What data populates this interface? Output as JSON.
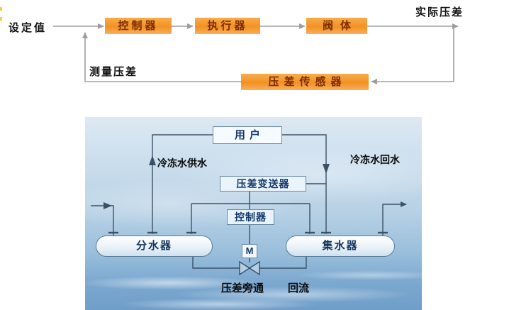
{
  "flowchart": {
    "setpoint_label": "设定值",
    "actual_label": "实际压差",
    "measured_label": "测量压差",
    "controller": "控制器",
    "actuator": "执行器",
    "valve_body": "阀体",
    "sensor": "压差传感器"
  },
  "schematic": {
    "user": "用户",
    "supply_label": "冷冻水供水",
    "return_label": "冷冻水回水",
    "dp_transmitter": "压差变送器",
    "controller": "控制器",
    "motor": "M",
    "distributor": "分水器",
    "collector": "集水器",
    "bypass_label": "压差旁通",
    "backflow_label": "回流"
  },
  "colors": {
    "accent_orange": "#f29123",
    "box_text_maroon": "#7c2d00",
    "flow_line_gray": "#9e9e9e",
    "pipe_line_blue": "#3d5166",
    "panel_water_blue": "#8fb5d8"
  }
}
